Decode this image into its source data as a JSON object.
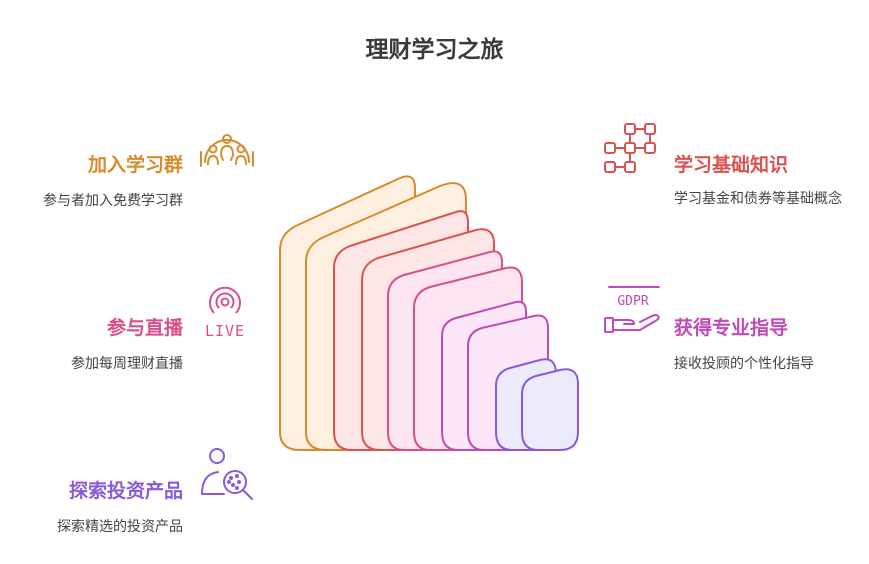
{
  "title": "理财学习之旅",
  "steps": [
    {
      "title": "加入学习群",
      "desc": "参与者加入免费学习群",
      "color": "#d98a2b",
      "icon": "community-group-icon"
    },
    {
      "title": "学习基础知识",
      "desc": "学习基金和债券等基础概念",
      "color": "#d9534f",
      "icon": "network-blocks-icon"
    },
    {
      "title": "参与直播",
      "desc": "参加每周理财直播",
      "color": "#d94f8a",
      "icon": "live-broadcast-icon"
    },
    {
      "title": "获得专业指导",
      "desc": "接收投顾的个性化指导",
      "color": "#c04ab8",
      "icon": "gdpr-hand-icon"
    },
    {
      "title": "探索投资产品",
      "desc": "探索精选的投资产品",
      "color": "#8a5ad9",
      "icon": "search-product-icon"
    }
  ],
  "icon_labels": {
    "live": "LIVE",
    "gdpr": "GDPR"
  }
}
